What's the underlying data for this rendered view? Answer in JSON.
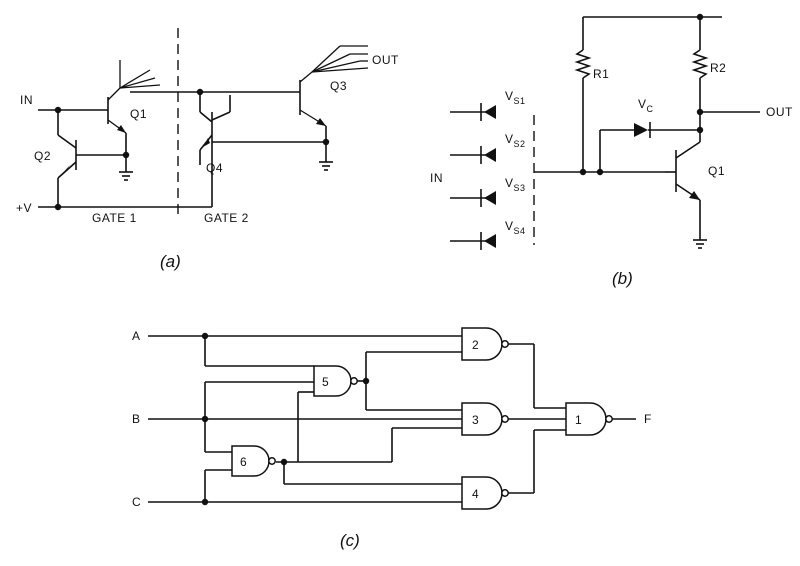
{
  "circuit_a": {
    "label_in": "IN",
    "label_q1": "Q1",
    "label_q2": "Q2",
    "label_q3": "Q3",
    "label_q4": "Q4",
    "label_out": "OUT",
    "label_vplus": "+V",
    "label_gate1": "GATE 1",
    "label_gate2": "GATE 2",
    "caption": "(a)"
  },
  "circuit_b": {
    "label_in": "IN",
    "label_vs": "V",
    "label_s1": "S1",
    "label_s2": "S2",
    "label_s3": "S3",
    "label_s4": "S4",
    "label_r1": "R1",
    "label_r2": "R2",
    "label_vc": "V",
    "label_vc_sub": "C",
    "label_q1": "Q1",
    "label_out": "OUT",
    "caption": "(b)"
  },
  "circuit_c": {
    "label_a": "A",
    "label_b": "B",
    "label_c": "C",
    "label_f": "F",
    "gates": [
      "1",
      "2",
      "3",
      "4",
      "5",
      "6"
    ],
    "caption": "(c)"
  }
}
